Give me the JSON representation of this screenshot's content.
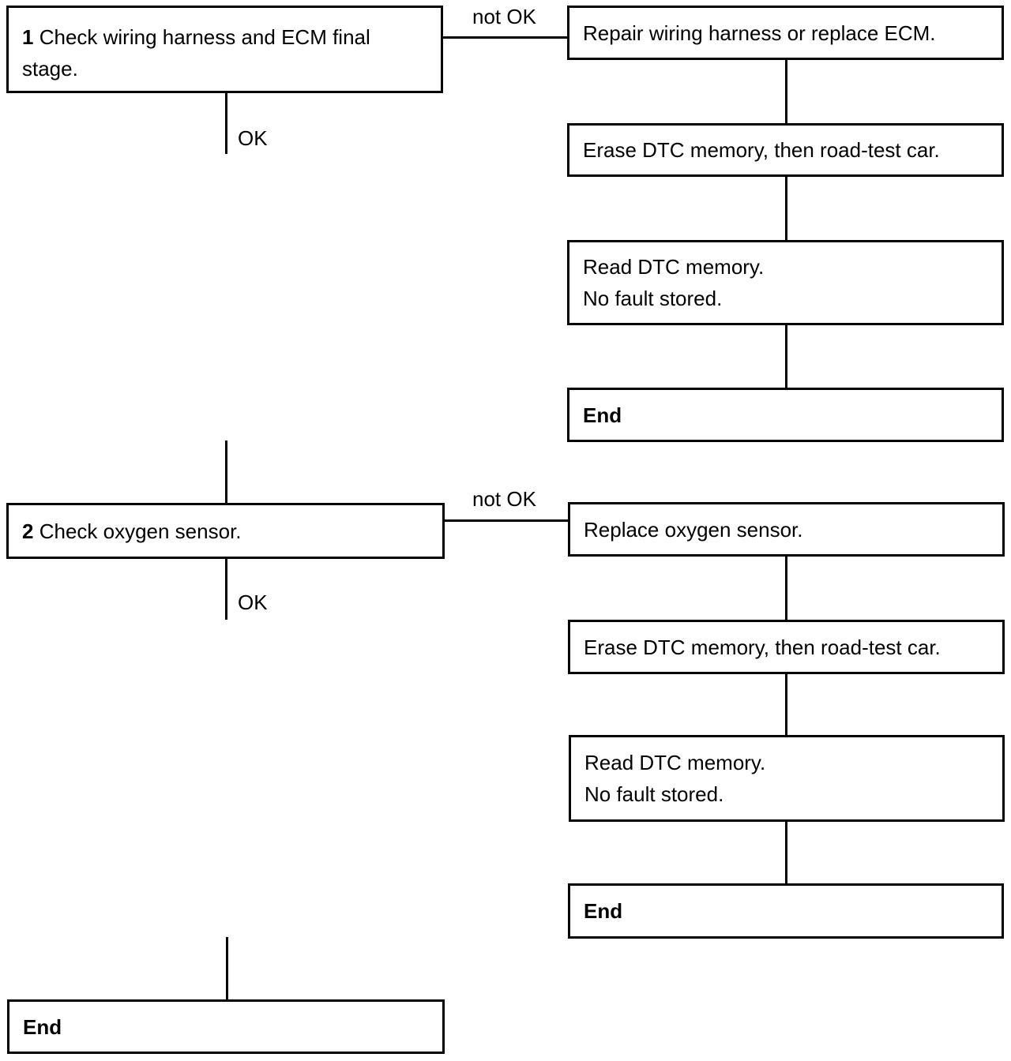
{
  "step1": {
    "number": "1",
    "text": "Check wiring harness and ECM final",
    "text_line2": "stage.",
    "ok_label": "OK",
    "not_ok_label": "not OK",
    "fix_steps": [
      "Repair wiring harness or replace ECM.",
      "Erase DTC memory, then road-test car."
    ],
    "verify_line1": "Read DTC memory.",
    "verify_line2": "No fault stored.",
    "end_label": "End"
  },
  "step2": {
    "number": "2",
    "text": "Check oxygen sensor.",
    "ok_label": "OK",
    "not_ok_label": "not OK",
    "fix_steps": [
      "Replace oxygen sensor.",
      "Erase DTC memory, then road-test car."
    ],
    "verify_line1": "Read DTC memory.",
    "verify_line2": "No fault stored.",
    "end_label": "End"
  },
  "final": {
    "end_label": "End"
  }
}
